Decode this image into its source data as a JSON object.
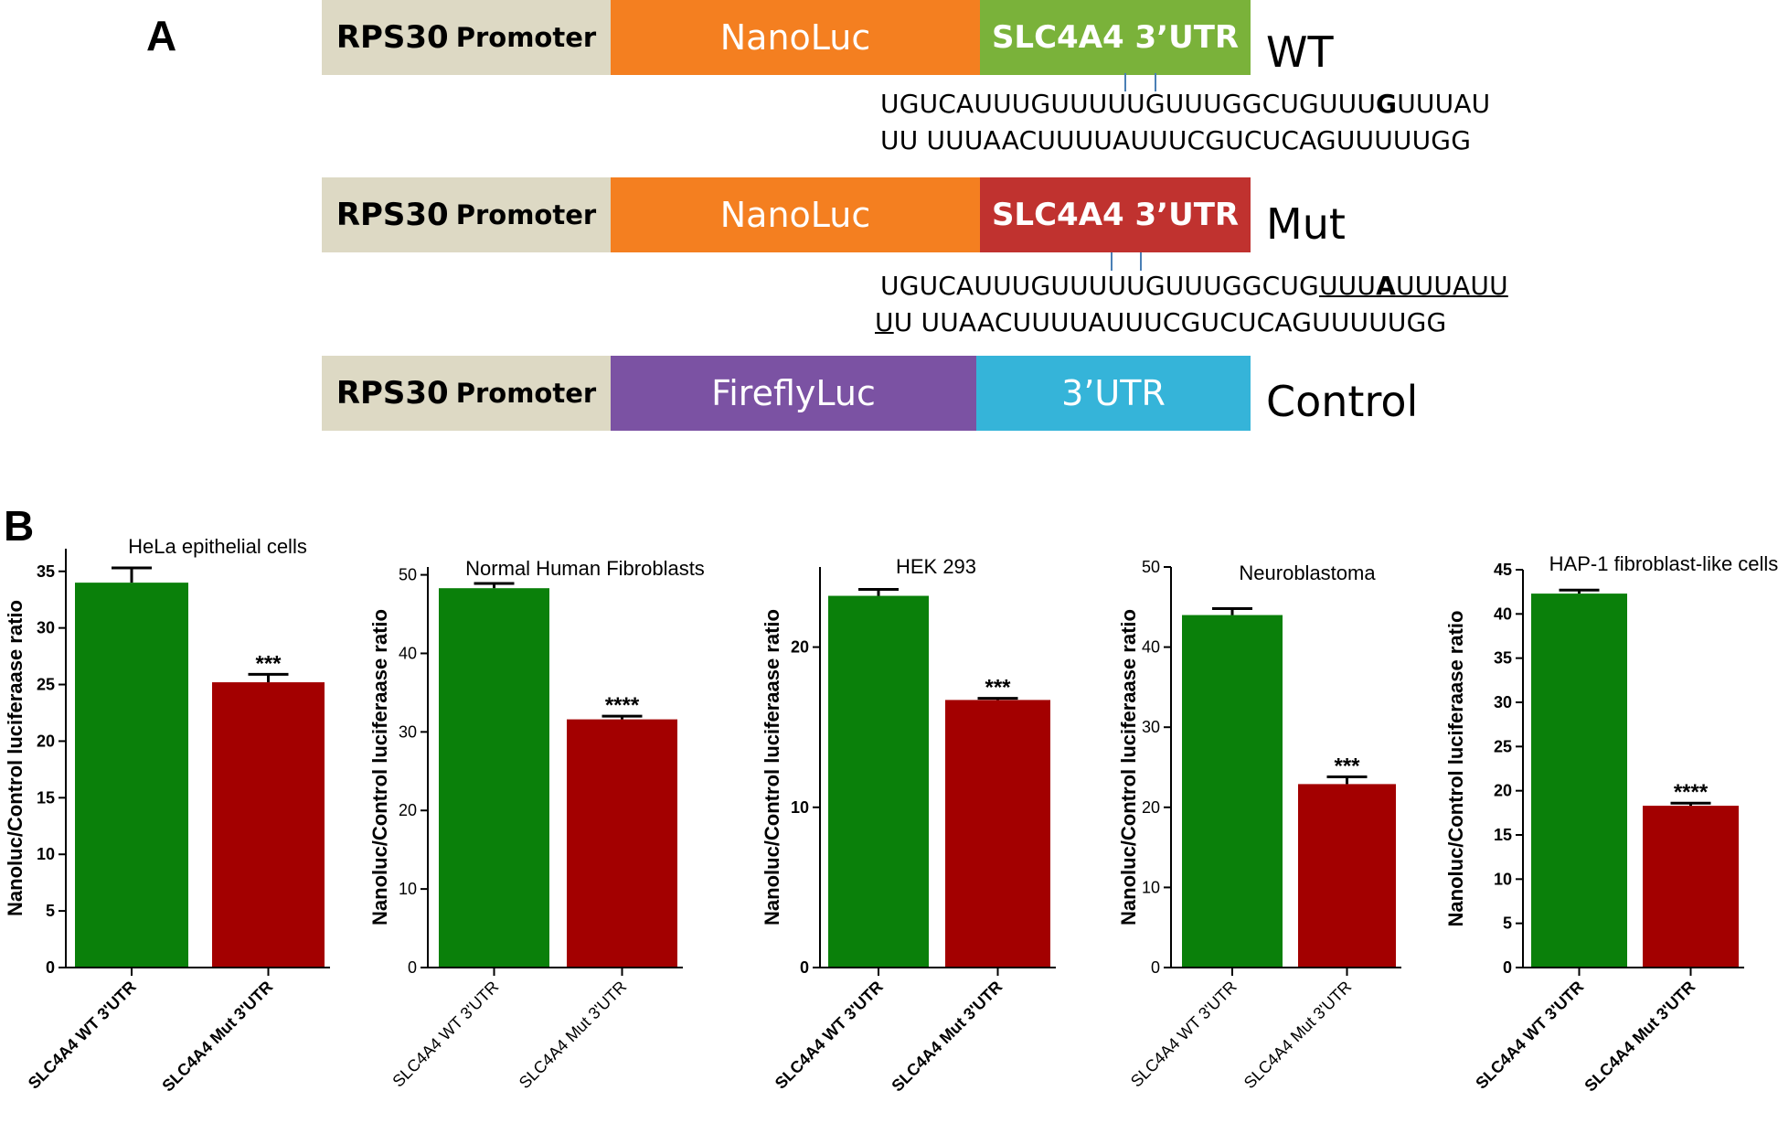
{
  "panel_a": {
    "letter": "A",
    "constructs": [
      {
        "promoter_main": "RPS30",
        "promoter_sub": "Promoter",
        "reporter": "NanoLuc",
        "utr": "SLC4A4 3’UTR",
        "label": "WT",
        "colors": {
          "promoter": "#ddd9c4",
          "reporter": "#f47f20",
          "utr": "#7ab23a"
        },
        "seq_line1_a": "UGUCAUUUGUUUUUGUUUGGCUGUUU",
        "seq_line1_b": "G",
        "seq_line1_c": "UUUAU",
        "seq_line2": "UU UUUAACUUUUAUUUCGUCUCAGUUUUUGG"
      },
      {
        "promoter_main": "RPS30",
        "promoter_sub": "Promoter",
        "reporter": "NanoLuc",
        "utr": "SLC4A4 3’UTR",
        "label": "Mut",
        "colors": {
          "promoter": "#ddd9c4",
          "reporter": "#f47f20",
          "utr": "#c0322f"
        },
        "seq_line1_a": "UGUCAUUUGUUUUUGUUUGGCUG",
        "seq_line1_u1": "UUU",
        "seq_line1_b": "A",
        "seq_line1_u2": "UUUAUU",
        "seq_line2_u": "U",
        "seq_line2": "U UUAACUUUUAUUUCGUCUCAGUUUUUGG"
      },
      {
        "promoter_main": "RPS30",
        "promoter_sub": "Promoter",
        "reporter": "FireflyLuc",
        "utr": "3’UTR",
        "label": "Control",
        "colors": {
          "promoter": "#ddd9c4",
          "reporter": "#7b52a3",
          "utr": "#35b4d9"
        }
      }
    ]
  },
  "panel_b": {
    "letter": "B",
    "ylabel": "Nanoluc/Control luciferaase ratio",
    "colors": {
      "wt": "#0a800a",
      "mut": "#a30000"
    },
    "category_labels": [
      "SLC4A4 WT 3'UTR",
      "SLC4A4 Mut 3'UTR"
    ]
  },
  "chart_data": [
    {
      "type": "bar",
      "title": "HeLa epithelial cells",
      "categories": [
        "SLC4A4 WT 3'UTR",
        "SLC4A4 Mut 3'UTR"
      ],
      "values": [
        34.0,
        25.2
      ],
      "errors": [
        1.3,
        0.7
      ],
      "significance": [
        "",
        "***"
      ],
      "ylabel": "Nanoluc/Control luciferaase ratio",
      "ylim": [
        0,
        37
      ],
      "yticks": [
        0,
        5,
        10,
        15,
        20,
        25,
        30,
        35
      ],
      "bold_ticks": true
    },
    {
      "type": "bar",
      "title": "Normal Human Fibroblasts",
      "categories": [
        "SLC4A4 WT 3'UTR",
        "SLC4A4 Mut 3'UTR"
      ],
      "values": [
        48.3,
        31.6
      ],
      "errors": [
        0.6,
        0.4
      ],
      "significance": [
        "",
        "****"
      ],
      "ylabel": "Nanoluc/Control luciferaase ratio",
      "ylim": [
        0,
        51
      ],
      "yticks": [
        0,
        10,
        20,
        30,
        40,
        50
      ],
      "bold_ticks": false
    },
    {
      "type": "bar",
      "title": "HEK 293",
      "categories": [
        "SLC4A4 WT 3'UTR",
        "SLC4A4 Mut 3'UTR"
      ],
      "values": [
        23.2,
        16.7
      ],
      "errors": [
        0.4,
        0.1
      ],
      "significance": [
        "",
        "***"
      ],
      "ylabel": "Nanoluc/Control luciferaase ratio",
      "ylim": [
        0,
        25
      ],
      "yticks": [
        0,
        10,
        20
      ],
      "bold_ticks": true
    },
    {
      "type": "bar",
      "title": "Neuroblastoma",
      "categories": [
        "SLC4A4 WT 3'UTR",
        "SLC4A4 Mut 3'UTR"
      ],
      "values": [
        44.0,
        22.9
      ],
      "errors": [
        0.8,
        0.9
      ],
      "significance": [
        "",
        "***"
      ],
      "ylabel": "Nanoluc/Control luciferaase ratio",
      "ylim": [
        0,
        50
      ],
      "yticks": [
        0,
        10,
        20,
        30,
        40,
        50
      ],
      "bold_ticks": false
    },
    {
      "type": "bar",
      "title": "HAP-1 fibroblast-like cells",
      "categories": [
        "SLC4A4 WT 3'UTR",
        "SLC4A4 Mut 3'UTR"
      ],
      "values": [
        42.3,
        18.3
      ],
      "errors": [
        0.4,
        0.3
      ],
      "significance": [
        "",
        "****"
      ],
      "ylabel": "Nanoluc/Control luciferaase ratio",
      "ylim": [
        0,
        45
      ],
      "yticks": [
        0,
        5,
        10,
        15,
        20,
        25,
        30,
        35,
        40,
        45
      ],
      "bold_ticks": true
    }
  ]
}
